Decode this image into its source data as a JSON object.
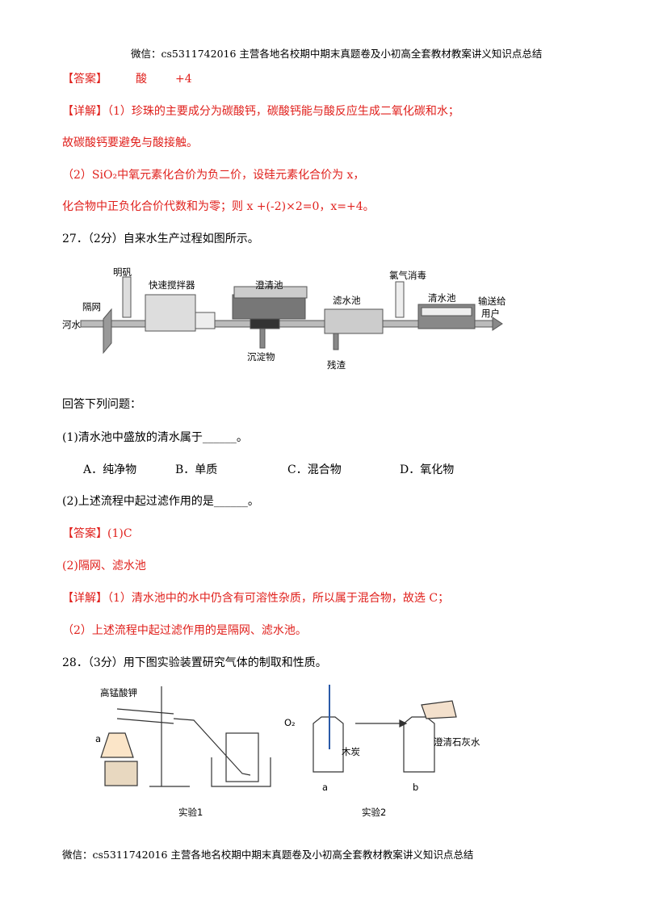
{
  "header": "微信：cs5311742016 主营各地名校期中期末真题卷及小初高全套教材教案讲义知识点总结",
  "footer": "微信：cs5311742016 主营各地名校期中期末真题卷及小初高全套教材教案讲义知识点总结",
  "q26": {
    "answer_tag": "【答案】",
    "answer_1": "酸",
    "answer_2": "+4",
    "explain_tag": "【详解】",
    "explain_1": "（1）珍珠的主要成分为碳酸钙，碳酸钙能与酸反应生成二氧化碳和水；",
    "explain_2": "故碳酸钙要避免与酸接触。",
    "explain_3": "（2）SiO₂中氧元素化合价为负二价，设硅元素化合价为 x，",
    "explain_4": "化合物中正负化合价代数和为零；则 x +(-2)×2=0，x=+4。"
  },
  "q27": {
    "stem": "27．（2分）自来水生产过程如图所示。",
    "diagram": {
      "alum": "明矾",
      "mixer": "快速搅拌器",
      "clarifier": "澄清池",
      "filter": "滤水池",
      "chlorine": "氯气消毒",
      "clean_pool": "清水池",
      "deliver_1": "输送给",
      "deliver_2": "用户",
      "screen": "隔网",
      "river": "河水",
      "sediment": "沉淀物",
      "residue": "残渣"
    },
    "prompt": "回答下列问题：",
    "sub1": "(1)清水池中盛放的清水属于______。",
    "options": [
      "A．纯净物",
      "B．单质",
      "C．混合物",
      "D．氧化物"
    ],
    "sub2": "(2)上述流程中起过滤作用的是______。",
    "answer_tag": "【答案】",
    "answer_1": "(1)C",
    "answer_2": "(2)隔网、滤水池",
    "explain_tag": "【详解】",
    "explain_1": "（1）清水池中的水中仍含有可溶性杂质，所以属于混合物，故选 C；",
    "explain_2": "（2）上述流程中起过滤作用的是隔网、滤水池。"
  },
  "q28": {
    "stem": "28．（3分）用下图实验装置研究气体的制取和性质。",
    "figure": {
      "kmno4": "高锰酸钾",
      "lamp": "a",
      "exp1": "实验1",
      "o2": "O₂",
      "charcoal": "木炭",
      "limewater": "澄清石灰水",
      "bottle_a": "a",
      "bottle_b": "b",
      "exp2": "实验2"
    }
  }
}
